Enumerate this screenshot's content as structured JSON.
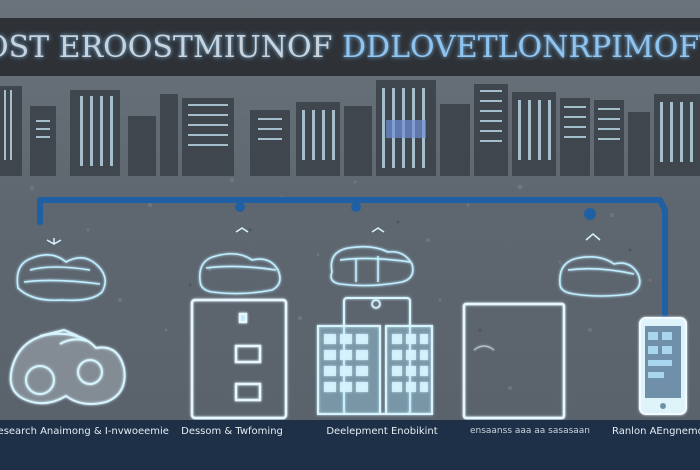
{
  "header": {
    "title_left": "COST EROOSTMIUNOF ",
    "title_right": "DDLOVETLONRPIMOFYT"
  },
  "stages": [
    {
      "label": "Research Anaimong & I-nvwoeemie"
    },
    {
      "label": "Dessom & Twfoming"
    },
    {
      "label": "Deelepment Enobikint"
    },
    {
      "label": "ensaanss aaa aa sasasaan"
    },
    {
      "label": "Ranlon AEngnemd"
    }
  ],
  "icons": {
    "connector": "blue-connector-line",
    "stage1": "camera-icon",
    "stage2": "phone-frame-icon",
    "stage3": "buildings-icon",
    "stage4": "screen-frame-icon",
    "stage5": "smartphone-icon",
    "cloud": "cloud-shape-icon",
    "arrow": "down-arrow-icon"
  },
  "colors": {
    "header_bg": "#2e3237",
    "connector": "#1f5fa3",
    "glow": "#bfeeff",
    "band": "#1d3048"
  }
}
